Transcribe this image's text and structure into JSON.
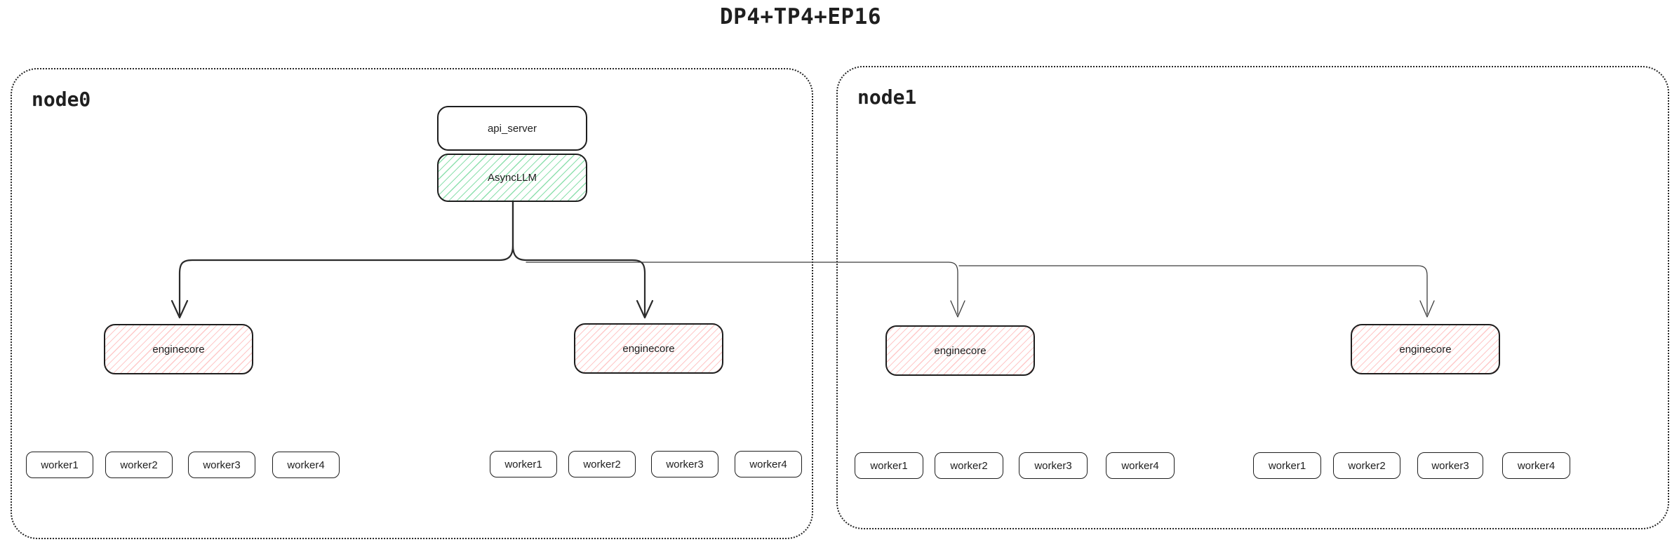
{
  "title": "DP4+TP4+EP16",
  "node0": {
    "label": "node0"
  },
  "node1": {
    "label": "node1"
  },
  "boxes": {
    "api_server": "api_server",
    "async_llm": "AsyncLLM",
    "enginecore": "enginecore"
  },
  "worker_labels": [
    "worker1",
    "worker2",
    "worker3",
    "worker4"
  ],
  "colors": {
    "stroke": "#1e1e1e",
    "thin_stroke": "#3c3c3c",
    "green_hatch": "#7adba0",
    "red_hatch": "#ffc3c3",
    "background": "#ffffff"
  }
}
